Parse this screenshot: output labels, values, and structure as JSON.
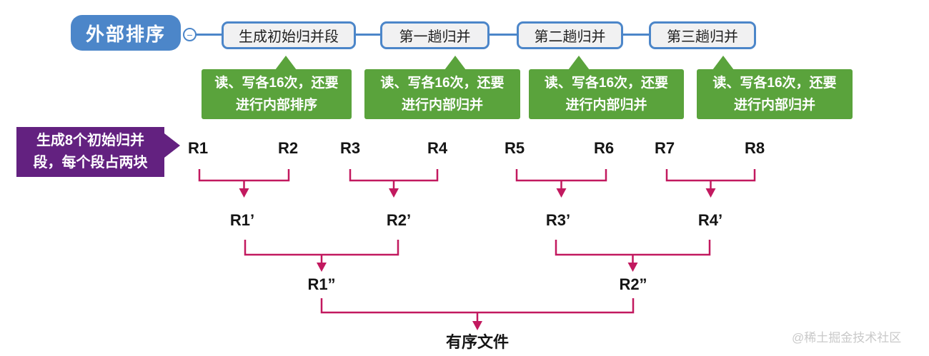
{
  "root": {
    "label": "外部排序"
  },
  "collapse_toggle": {
    "icon": "minus-icon",
    "glyph": "−"
  },
  "stages": [
    {
      "label": "生成初始归并段",
      "note": "读、写各16次，还要\n进行内部排序"
    },
    {
      "label": "第一趟归并",
      "note": "读、写各16次，还要\n进行内部归并"
    },
    {
      "label": "第二趟归并",
      "note": "读、写各16次，还要\n进行内部归并"
    },
    {
      "label": "第三趟归并",
      "note": "读、写各16次，还要\n进行内部归并"
    }
  ],
  "annotation": {
    "text": "生成8个初始归并\n段，每个段占两块"
  },
  "merge_tree": {
    "runs": [
      "R1",
      "R2",
      "R3",
      "R4",
      "R5",
      "R6",
      "R7",
      "R8"
    ],
    "pass1": [
      "R1’",
      "R2’",
      "R3’",
      "R4’"
    ],
    "pass2": [
      "R1”",
      "R2”"
    ],
    "result": "有序文件"
  },
  "watermark": "@稀土掘金技术社区",
  "colors": {
    "node_blue": "#4c86c9",
    "node_fill": "#f1f1f2",
    "callout_green": "#5aa33c",
    "banner_purple": "#632180",
    "tree_crimson": "#c2195f"
  }
}
